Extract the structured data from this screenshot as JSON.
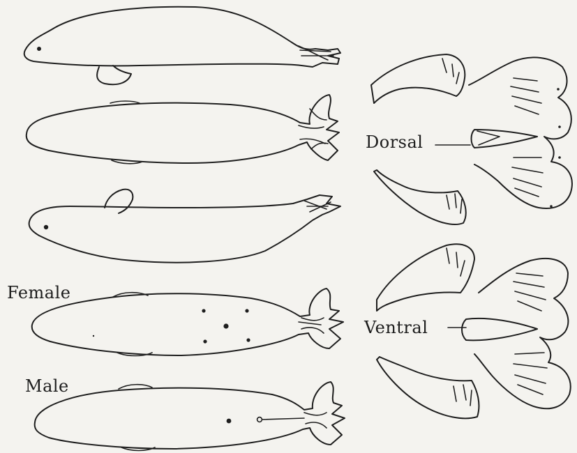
{
  "labels": {
    "female": "Female",
    "male": "Male",
    "dorsal": "Dorsal",
    "ventral": "Ventral"
  },
  "figures": {
    "left_column": [
      "seal-lateral-view",
      "seal-dorsal-view",
      "seal-lateral-view-flipper-raised",
      "seal-female-ventral-view",
      "seal-male-ventral-view"
    ],
    "right_column": [
      "hind-flippers-dorsal-view",
      "hind-flippers-ventral-view"
    ]
  }
}
